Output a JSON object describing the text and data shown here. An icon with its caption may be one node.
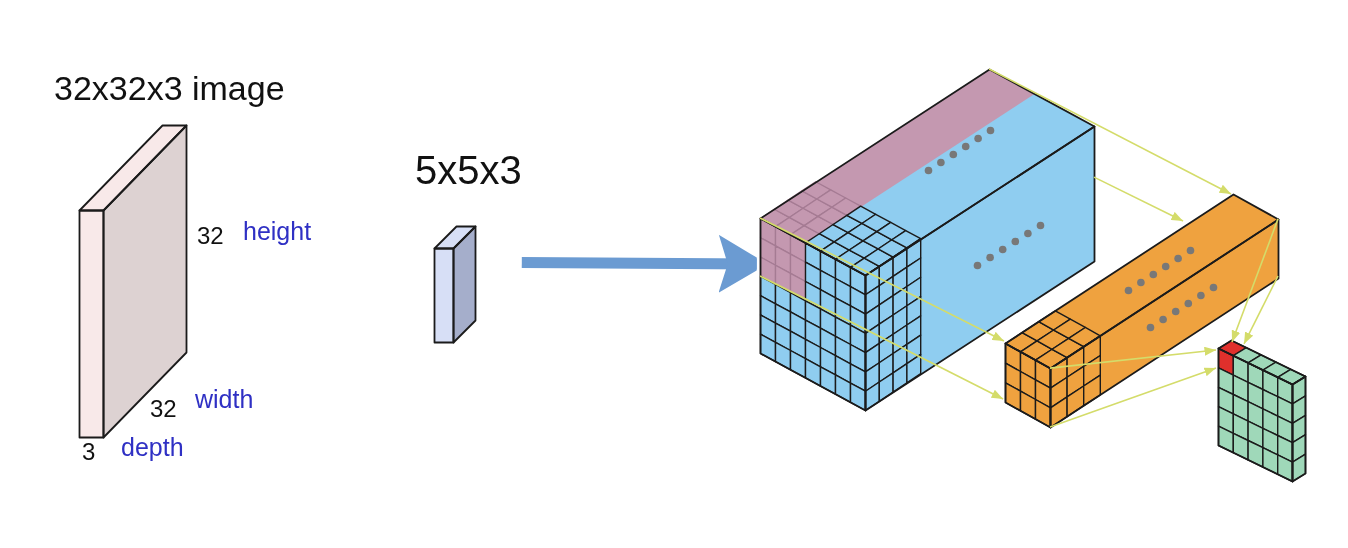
{
  "diagram": {
    "nodes": [
      {
        "text": [
          "32x32x3 image"
        ],
        "beside": [
          "32",
          "height",
          "32",
          "width",
          "3",
          "depth"
        ]
      },
      {
        "text": [
          "5x5x3"
        ]
      },
      {
        "text": [],
        "shape": "box"
      },
      {
        "text": [],
        "shape": "box"
      },
      {
        "text": [],
        "shape": "box"
      }
    ],
    "edges": [
      {
        "from": 1,
        "to": 2,
        "arrow": "to",
        "style": "thick",
        "color": "#6b9bd2"
      },
      {
        "from": 2,
        "to": 3,
        "arrow": "to"
      },
      {
        "from": 2,
        "to": 3,
        "arrow": "to"
      },
      {
        "from": 2,
        "to": 3,
        "arrow": "to"
      },
      {
        "from": 2,
        "to": 3,
        "arrow": "to"
      },
      {
        "from": 3,
        "to": 4,
        "arrow": "to"
      },
      {
        "from": 3,
        "to": 4,
        "arrow": "to"
      },
      {
        "from": 3,
        "to": 4,
        "arrow": "to"
      },
      {
        "from": 3,
        "to": 4,
        "arrow": "to"
      }
    ]
  }
}
